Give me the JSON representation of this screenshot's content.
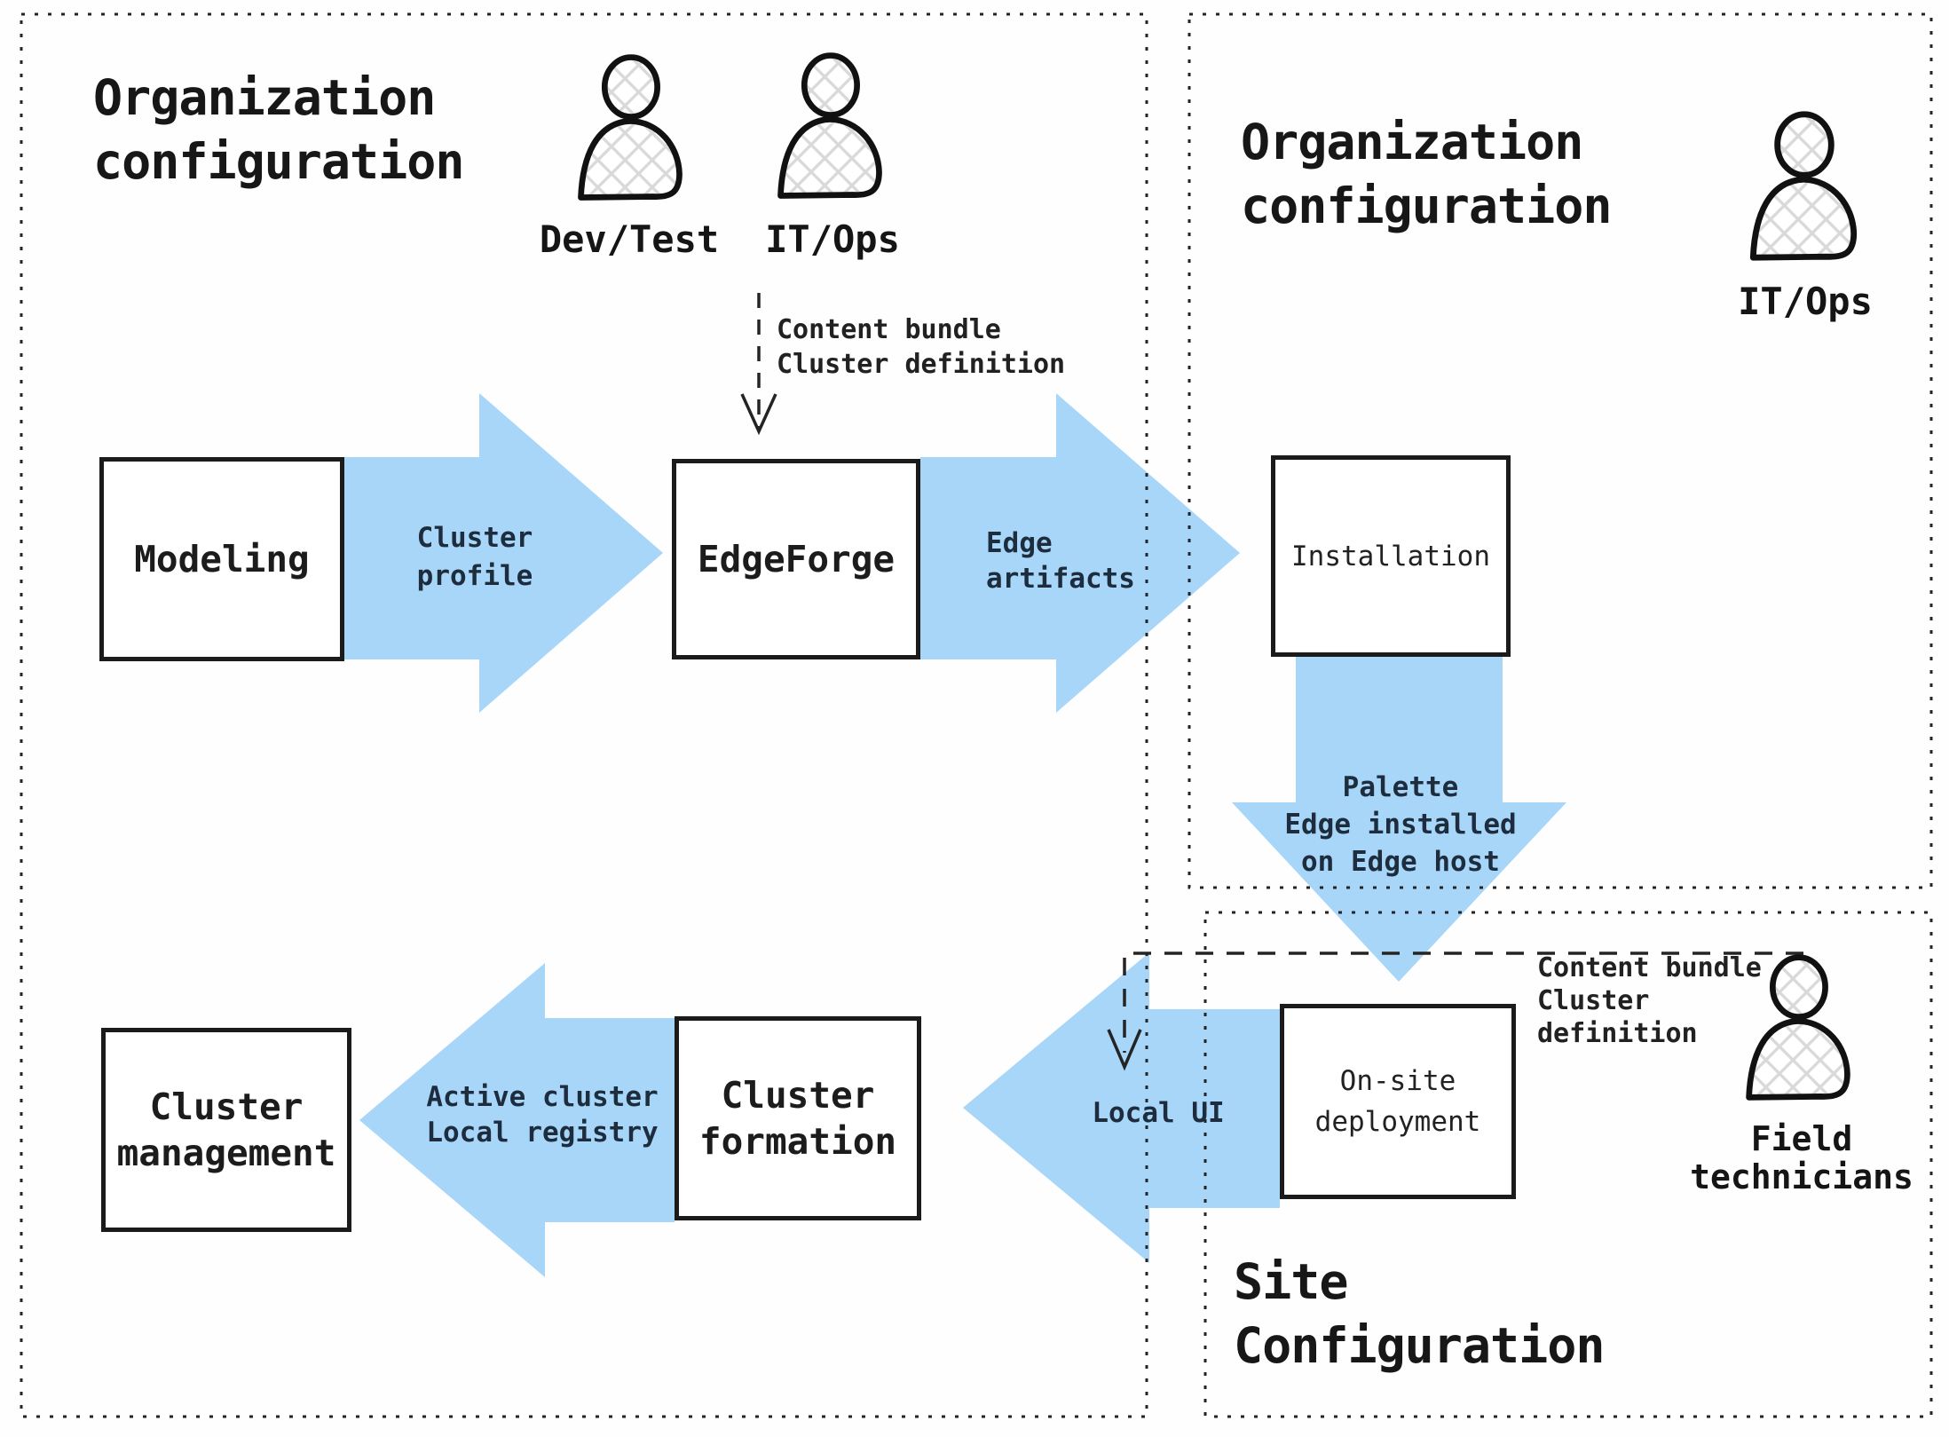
{
  "regions": {
    "org_config_left": {
      "title": "Organization\nconfiguration"
    },
    "org_config_right": {
      "title": "Organization\nconfiguration"
    },
    "site_config": {
      "title": "Site\nConfiguration"
    }
  },
  "actors": {
    "dev_test": {
      "label": "Dev/Test"
    },
    "it_ops_top": {
      "label": "IT/Ops"
    },
    "it_ops_right": {
      "label": "IT/Ops"
    },
    "field_technicians": {
      "label": "Field\ntechnicians"
    }
  },
  "nodes": {
    "modeling": {
      "label": "Modeling"
    },
    "edgeforge": {
      "label": "EdgeForge"
    },
    "installation": {
      "label": "Installation"
    },
    "onsite_deployment": {
      "label": "On-site\ndeployment"
    },
    "cluster_formation": {
      "label": "Cluster\nformation"
    },
    "cluster_management": {
      "label": "Cluster\nmanagement"
    }
  },
  "edges": {
    "cluster_profile": {
      "label": "Cluster\nprofile"
    },
    "edge_artifacts": {
      "label": "Edge\nartifacts"
    },
    "content_bundle_top": {
      "label": "Content bundle\nCluster definition"
    },
    "palette_installed": {
      "label": "Palette\nEdge installed\non Edge host"
    },
    "local_ui": {
      "label": "Local UI"
    },
    "active_cluster": {
      "label": "Active cluster\nLocal registry"
    },
    "content_bundle_site": {
      "label": "Content bundle\nCluster\ndefinition"
    }
  },
  "colors": {
    "arrow_blue": "#a8d6f9",
    "ink": "#1b1b1b",
    "arrow_text": "#1d2d3d",
    "hatch_gray": "#d9d9d9"
  }
}
